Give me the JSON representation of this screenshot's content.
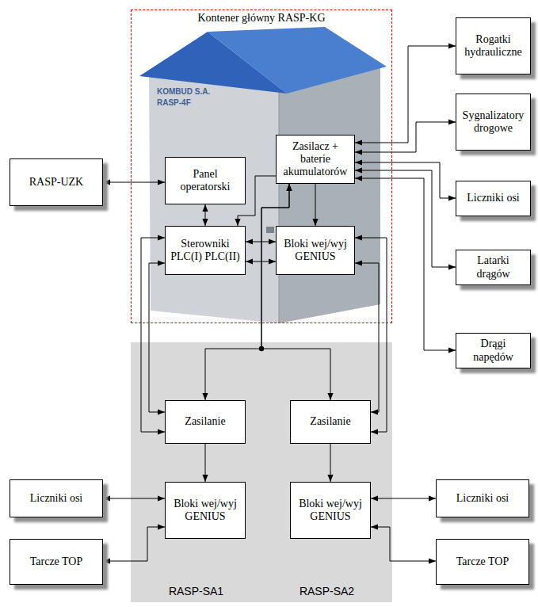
{
  "diagram": {
    "nodes": [
      {
        "text": [
          "Kontener główny RASP-KG"
        ]
      },
      {
        "text": [
          "Panel operatorski"
        ],
        "in": 0
      },
      {
        "text": [
          "Zasilacz + baterie akumulatorów"
        ],
        "in": 0
      },
      {
        "text": [
          "Sterowniki PLC(I) PLC(II)"
        ],
        "in": 0
      },
      {
        "text": [
          "Bloki wej/wyj GENIUS"
        ],
        "in": 0
      },
      {
        "text": [
          "RASP-UZK"
        ]
      },
      {
        "text": [
          "Rogatki hydrauliczne"
        ]
      },
      {
        "text": [
          "Sygnalizatory drogowe"
        ]
      },
      {
        "text": [
          "Liczniki osi"
        ]
      },
      {
        "text": [
          "Latarki drągów"
        ]
      },
      {
        "text": [
          "Drągi napędów"
        ]
      },
      {
        "text": [
          "RASP-SA1"
        ]
      },
      {
        "text": [
          "Zasilanie"
        ],
        "in": 11
      },
      {
        "text": [
          "Bloki wej/wyj GENIUS"
        ],
        "in": 11
      },
      {
        "text": [
          "RASP-SA2"
        ]
      },
      {
        "text": [
          "Zasilanie"
        ],
        "in": 14
      },
      {
        "text": [
          "Bloki wej/wyj GENIUS"
        ],
        "in": 14
      },
      {
        "text": [
          "Liczniki osi"
        ]
      },
      {
        "text": [
          "Tarcze TOP"
        ]
      },
      {
        "text": [
          "Liczniki osi"
        ]
      },
      {
        "text": [
          "Tarcze TOP"
        ]
      }
    ],
    "edges": [
      {
        "from": 5,
        "to": 1,
        "arrow": "both"
      },
      {
        "from": 1,
        "to": 3,
        "arrow": "both"
      },
      {
        "from": 2,
        "to": 3,
        "arrow": "to"
      },
      {
        "from": 2,
        "to": 4,
        "arrow": "to"
      },
      {
        "from": 3,
        "to": 4,
        "arrow": "both"
      },
      {
        "from": 3,
        "to": 4,
        "arrow": "both"
      },
      {
        "from": 2,
        "to": 6,
        "arrow": "both"
      },
      {
        "from": 2,
        "to": 7,
        "arrow": "both"
      },
      {
        "from": 2,
        "to": 8,
        "arrow": "both"
      },
      {
        "from": 2,
        "to": 9,
        "arrow": "both"
      },
      {
        "from": 2,
        "to": 10,
        "arrow": "both"
      },
      {
        "from": 3,
        "to": 12,
        "arrow": "both"
      },
      {
        "from": 3,
        "to": 12,
        "arrow": "both"
      },
      {
        "from": 4,
        "to": 15,
        "arrow": "both"
      },
      {
        "from": 4,
        "to": 15,
        "arrow": "both"
      },
      {
        "from": 2,
        "to": 12,
        "arrow": "both"
      },
      {
        "from": 2,
        "to": 15,
        "arrow": "both"
      },
      {
        "from": 12,
        "to": 13,
        "arrow": "to"
      },
      {
        "from": 15,
        "to": 16,
        "arrow": "to"
      },
      {
        "from": 17,
        "to": 13,
        "arrow": "both"
      },
      {
        "from": 18,
        "to": 13,
        "arrow": "both"
      },
      {
        "from": 19,
        "to": 16,
        "arrow": "both"
      },
      {
        "from": 20,
        "to": 16,
        "arrow": "both"
      }
    ],
    "labels": [
      "KOMBUD S.A.",
      "RASP-4F"
    ]
  }
}
